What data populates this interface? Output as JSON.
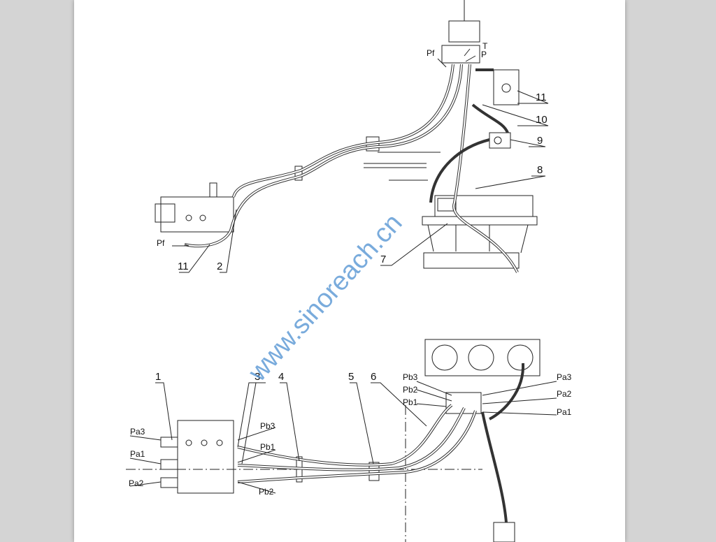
{
  "top_view": {
    "labels": {
      "T": "T",
      "P": "P",
      "Pf_top": "Pf",
      "n11": "11",
      "n10": "10",
      "n9": "9",
      "n8": "8",
      "n7": "7",
      "n2": "2",
      "n1": "11",
      "Pf_left": "Pf"
    }
  },
  "bottom_view": {
    "labels": {
      "n1": "1",
      "n3": "3",
      "n4": "4",
      "n5": "5",
      "n6": "6",
      "Pa3_l": "Pa3",
      "Pa1_l": "Pa1",
      "Pa2_l": "Pa2",
      "Pb3_l": "Pb3",
      "Pb1_l": "Pb1",
      "Pb2_l": "Pb2",
      "Pb3_r": "Pb3",
      "Pb2_r": "Pb2",
      "Pb1_r": "Pb1",
      "Pa3_r": "Pa3",
      "Pa2_r": "Pa2",
      "Pa1_r": "Pa1"
    }
  },
  "watermark": "www.sinoreach.cn"
}
